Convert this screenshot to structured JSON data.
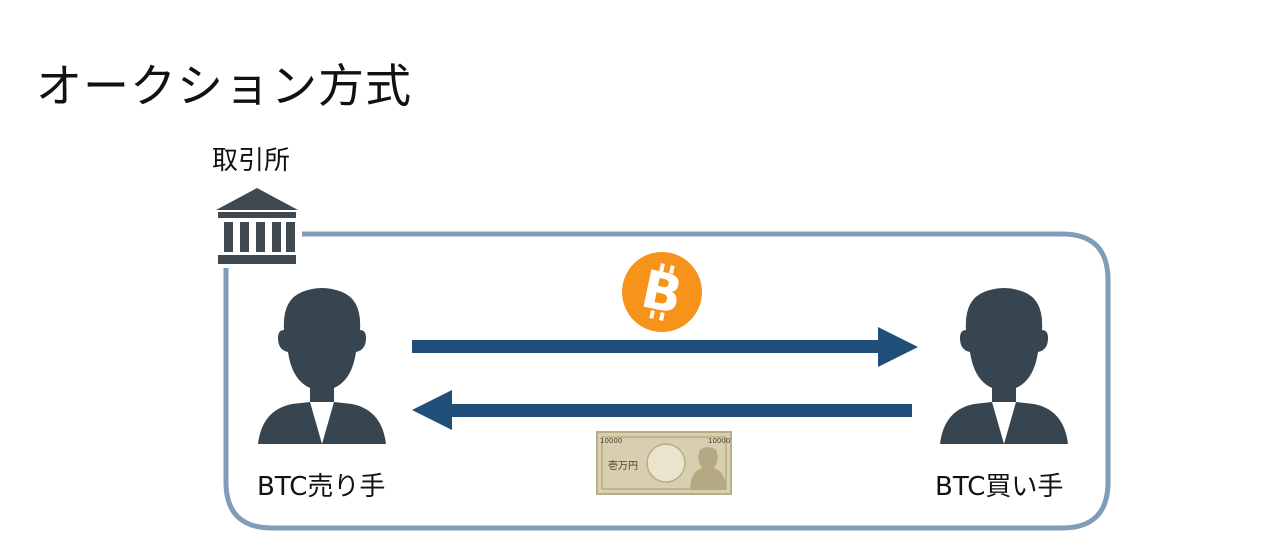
{
  "title": "オークション方式",
  "exchange": {
    "label": "取引所",
    "icon": "bank-building-icon"
  },
  "seller": {
    "label": "BTC売り手",
    "icon": "person-icon"
  },
  "buyer": {
    "label": "BTC買い手",
    "icon": "person-icon"
  },
  "flows": [
    {
      "from": "seller",
      "to": "buyer",
      "icon": "bitcoin-icon"
    },
    {
      "from": "buyer",
      "to": "seller",
      "icon": "yen-banknote-icon"
    }
  ],
  "banknote": {
    "denomination_text": "壱万円",
    "corner_numbers": "10000"
  },
  "colors": {
    "frame": "#7f9cb9",
    "arrow": "#1f4e79",
    "person": "#374550",
    "bitcoin": "#f7931a",
    "banknote": "#d8cfb0"
  }
}
